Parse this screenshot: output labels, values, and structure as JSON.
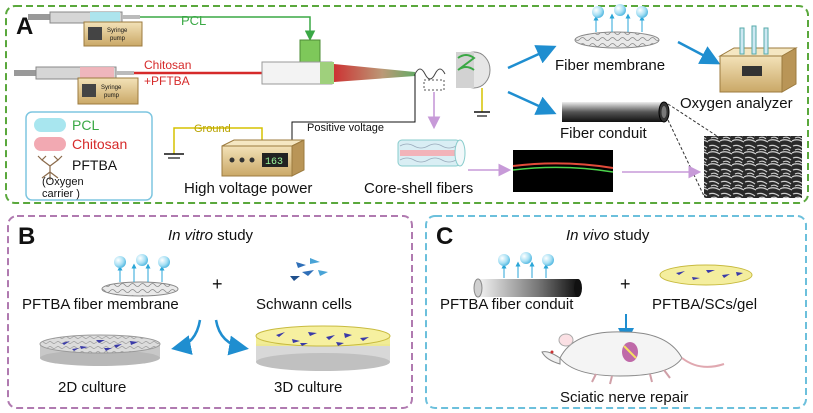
{
  "panels": {
    "a": {
      "letter": "A",
      "pcl_line": "PCL",
      "chitosan_line1": "Chitosan",
      "chitosan_line2": "+PFTBA",
      "syringe_label_top": "Syringe",
      "syringe_label_bottom": "pump",
      "ground": "Ground",
      "positive_voltage": "Positive voltage",
      "high_voltage_power": "High voltage power",
      "display_value": "163",
      "o2": "O2",
      "fiber_membrane": "Fiber membrane",
      "fiber_conduit": "Fiber conduit",
      "oxygen_analyzer": "Oxygen analyzer",
      "core_shell_fibers": "Core-shell fibers",
      "legend": {
        "pcl": "PCL",
        "chitosan": "Chitosan",
        "pftba": "PFTBA",
        "carrier_line1": "(Oxygen",
        "carrier_line2": "carrier )"
      }
    },
    "b": {
      "letter": "B",
      "title_italic": "In vitro",
      "title_rest": " study",
      "pftba_membrane": "PFTBA fiber membrane",
      "plus": "+",
      "schwann": "Schwann cells",
      "culture_2d": "2D culture",
      "culture_3d": "3D culture"
    },
    "c": {
      "letter": "C",
      "title_italic": "In vivo",
      "title_rest": " study",
      "pftba_conduit": "PFTBA fiber conduit",
      "plus": "+",
      "gel": "PFTBA/SCs/gel",
      "sciatic": "Sciatic nerve repair"
    }
  },
  "colors": {
    "panel_a_border": "#5aa83c",
    "panel_b_border": "#b07ab0",
    "panel_c_border": "#6cc0dc",
    "pcl_green": "#3aa845",
    "chitosan_red": "#d62a2a",
    "arrow_blue": "#1f8ed0",
    "arrow_purple": "#c79ad8"
  }
}
